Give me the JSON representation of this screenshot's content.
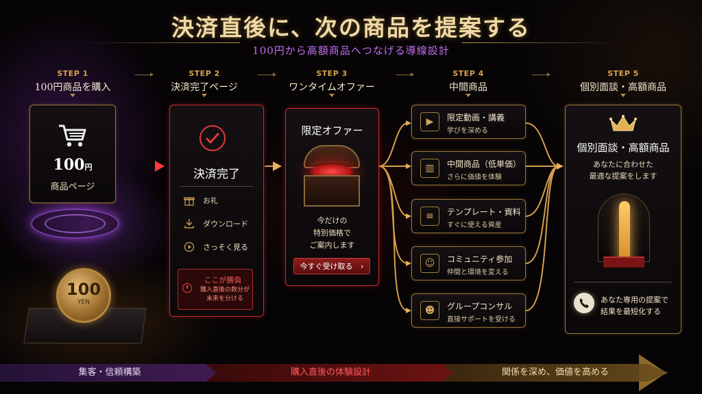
{
  "header": {
    "title": "決済直後に、次の商品を提案する",
    "subtitle": "100円から高額商品へつなげる導線設計"
  },
  "steps": [
    {
      "label": "STEP 1",
      "name": "100円商品を購入"
    },
    {
      "label": "STEP 2",
      "name": "決済完了ページ"
    },
    {
      "label": "STEP 3",
      "name": "ワンタイムオファー"
    },
    {
      "label": "STEP 4",
      "name": "中間商品"
    },
    {
      "label": "STEP 5",
      "name": "個別面談・高額商品"
    }
  ],
  "card1": {
    "price": "100",
    "unit": "円",
    "label": "商品ページ",
    "coin_number": "100",
    "coin_text": "YEN"
  },
  "card2": {
    "title": "決済完了",
    "items": [
      {
        "icon": "gift-icon",
        "label": "お礼"
      },
      {
        "icon": "download-icon",
        "label": "ダウンロード"
      },
      {
        "icon": "play-icon",
        "label": "さっそく見る"
      }
    ],
    "key_title": "ここが勝負",
    "key_line1": "購入直後の数分が",
    "key_line2": "未来を分ける"
  },
  "card3": {
    "title": "限定オファー",
    "line1": "今だけの",
    "line2": "特別価格で",
    "line3": "ご案内します",
    "cta": "今すぐ受け取る",
    "cta_icon": "chevron-right-icon"
  },
  "card4": [
    {
      "icon": "video-icon",
      "title": "限定動画・講義",
      "sub": "学びを深める"
    },
    {
      "icon": "book-icon",
      "title": "中間商品（低単価）",
      "sub": "さらに価値を体験"
    },
    {
      "icon": "document-icon",
      "title": "テンプレート・資料",
      "sub": "すぐに使える資産"
    },
    {
      "icon": "community-icon",
      "title": "コミュニティ参加",
      "sub": "仲間と環境を変える"
    },
    {
      "icon": "group-consult-icon",
      "title": "グループコンサル",
      "sub": "直接サポートを受ける"
    }
  ],
  "card5": {
    "title": "個別面談・高額商品",
    "line1": "あなたに合わせた",
    "line2": "最適な提案をします",
    "foot1": "あなた専用の提案で",
    "foot2": "結果を最短化する"
  },
  "bottom_bar": [
    {
      "label": "集客・信頼構築"
    },
    {
      "label": "購入直後の体験設計"
    },
    {
      "label": "関係を深め、価値を高める"
    }
  ],
  "colors": {
    "gold": "#c79a4d",
    "red": "#e23b3b",
    "purple": "#c06ff0"
  }
}
